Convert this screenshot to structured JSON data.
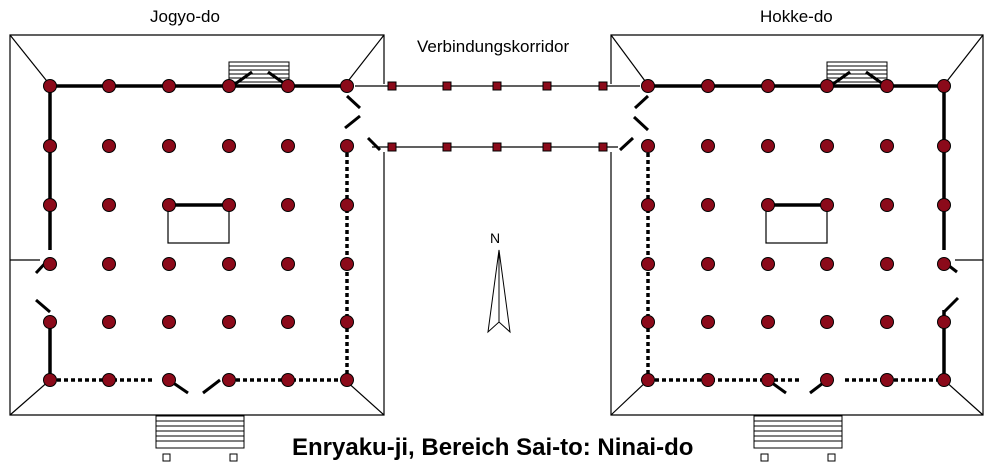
{
  "halls": {
    "left": {
      "name": "Jogyo-do"
    },
    "right": {
      "name": "Hokke-do"
    }
  },
  "corridor": {
    "label": "Verbindungskorridor"
  },
  "north_arrow": {
    "label": "N"
  },
  "caption": "Enryaku-ji, Bereich Sai-to: Ninai-do",
  "colors": {
    "pillar": "#8b0a1a",
    "line": "#000000"
  },
  "pillar_grid": {
    "columns": 6,
    "rows": 6
  },
  "corridor_posts": {
    "per_side": 5
  },
  "icons": [
    "north-arrow-icon",
    "stair-icon",
    "pillar-icon"
  ]
}
